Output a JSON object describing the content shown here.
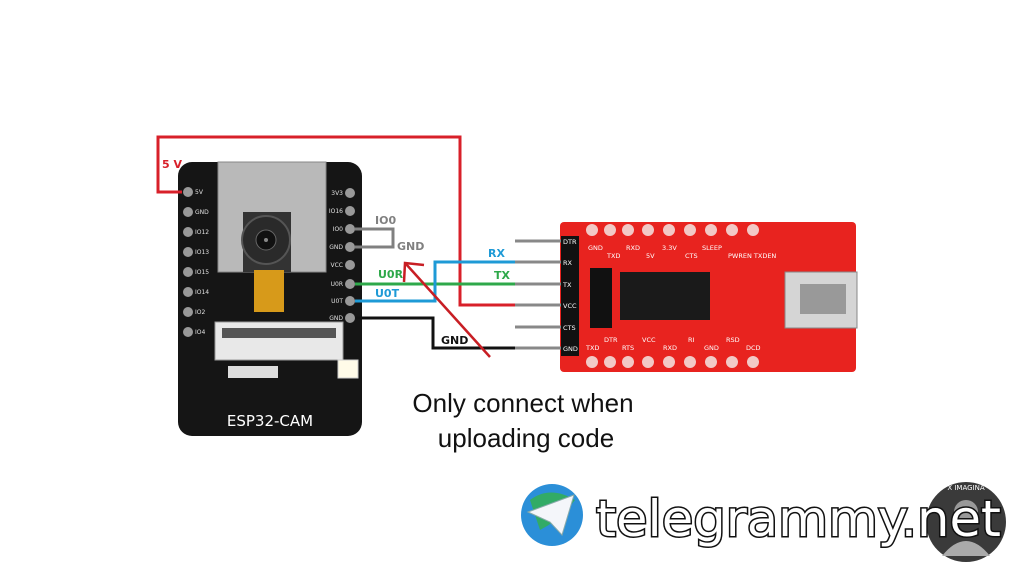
{
  "esp32": {
    "board_label": "ESP32-CAM",
    "left_pins": [
      "5V",
      "GND",
      "IO12",
      "IO13",
      "IO15",
      "IO14",
      "IO2",
      "IO4"
    ],
    "right_pins": [
      "3V3",
      "IO16",
      "IO0",
      "GND",
      "VCC",
      "U0R",
      "U0T",
      "GND"
    ]
  },
  "wires": {
    "five_v": "5 V",
    "io0": "IO0",
    "gnd_jumper": "GND",
    "u0r": "U0R",
    "u0t": "U0T",
    "rx": "RX",
    "tx": "TX",
    "gnd": "GND"
  },
  "ftdi": {
    "top_pins": [
      "GND",
      "TXD",
      "RXD",
      "5V",
      "3.3V",
      "CTS",
      "SLEEP",
      "PWREN TXDEN"
    ],
    "header_pins": [
      "DTR",
      "RX",
      "TX",
      "VCC",
      "CTS",
      "GND"
    ],
    "bottom_pins": [
      "TXD",
      "DTR",
      "RTS",
      "VCC",
      "RXD",
      "RI",
      "GND",
      "RSD",
      "DCD"
    ]
  },
  "note": {
    "line1": "Only connect when",
    "line2": "uploading code"
  },
  "watermark": {
    "site": "telegrammy.net",
    "avatar_text": "X IMAGINA"
  },
  "colors": {
    "red_wire": "#d8202a",
    "blue_wire": "#1e9ad6",
    "green_wire": "#2ea84a",
    "grey_wire": "#808080",
    "black_wire": "#111111",
    "ftdi_board": "#e8231f",
    "esp_board": "#151515"
  }
}
